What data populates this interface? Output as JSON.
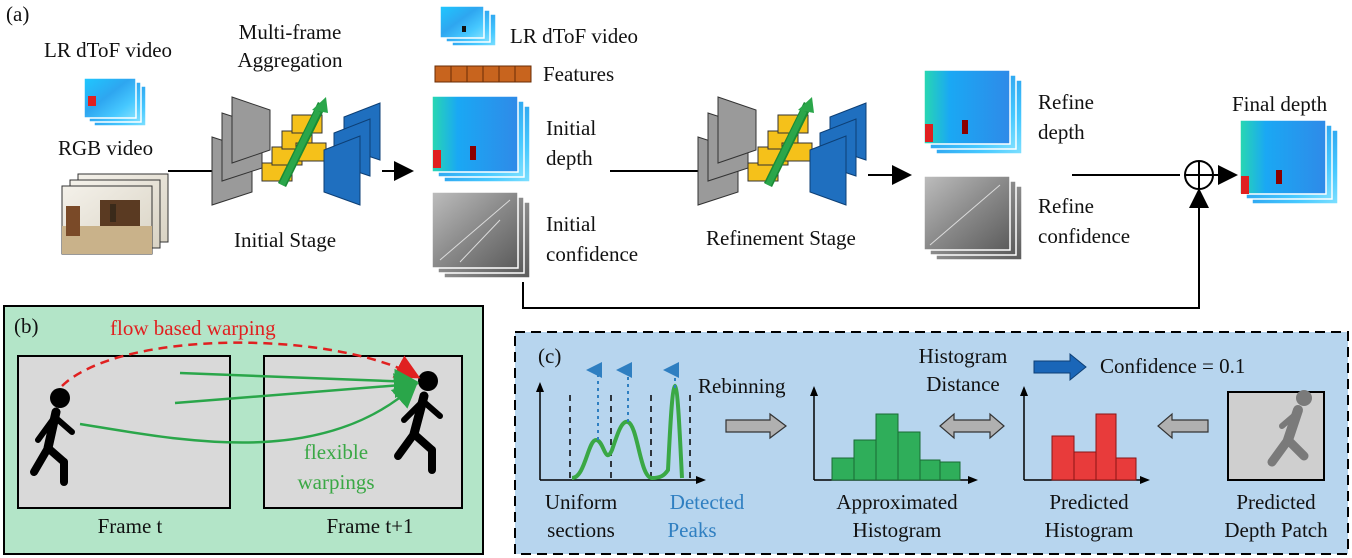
{
  "panel_a": {
    "tag": "(a)",
    "lr_video_label": "LR dToF video",
    "rgb_video_label": "RGB video",
    "aggregation_label_1": "Multi-frame",
    "aggregation_label_2": "Aggregation",
    "initial_stage_label": "Initial Stage",
    "lr_video_label_2": "LR dToF video",
    "features_label": "Features",
    "initial_depth_1": "Initial",
    "initial_depth_2": "depth",
    "initial_conf_1": "Initial",
    "initial_conf_2": "confidence",
    "refinement_stage_label": "Refinement Stage",
    "refine_depth_1": "Refine",
    "refine_depth_2": "depth",
    "refine_conf_1": "Refine",
    "refine_conf_2": "confidence",
    "final_depth_label": "Final depth"
  },
  "panel_b": {
    "tag": "(b)",
    "flow_warp_label": "flow based warping",
    "flex_warp_1": "flexible",
    "flex_warp_2": "warpings",
    "frame_t_label": "Frame t",
    "frame_t1_label": "Frame t+1"
  },
  "panel_c": {
    "tag": "(c)",
    "rebinning_label": "Rebinning",
    "hist_dist_1": "Histogram",
    "hist_dist_2": "Distance",
    "confidence_label": "Confidence = 0.1",
    "uniform_1": "Uniform",
    "uniform_2": "sections",
    "detected_1": "Detected",
    "detected_2": "Peaks",
    "approx_1": "Approximated",
    "approx_2": "Histogram",
    "pred_hist_1": "Predicted",
    "pred_hist_2": "Histogram",
    "pred_patch_1": "Predicted",
    "pred_patch_2": "Depth Patch"
  },
  "colors": {
    "panel_b_bg": "#b3e5c8",
    "panel_c_bg": "#b7d5ee",
    "encoder_gray": "#9a9a9a",
    "decoder_blue": "#1f6fbf",
    "aggregation_yellow": "#f5c11a",
    "arrow_green": "#2aa64a",
    "features_orange": "#c8641e",
    "hist_green": "#2fae5a",
    "hist_red": "#e83b3b",
    "peak_blue": "#2f7fc1",
    "confidence_arrow": "#1a66b8"
  }
}
